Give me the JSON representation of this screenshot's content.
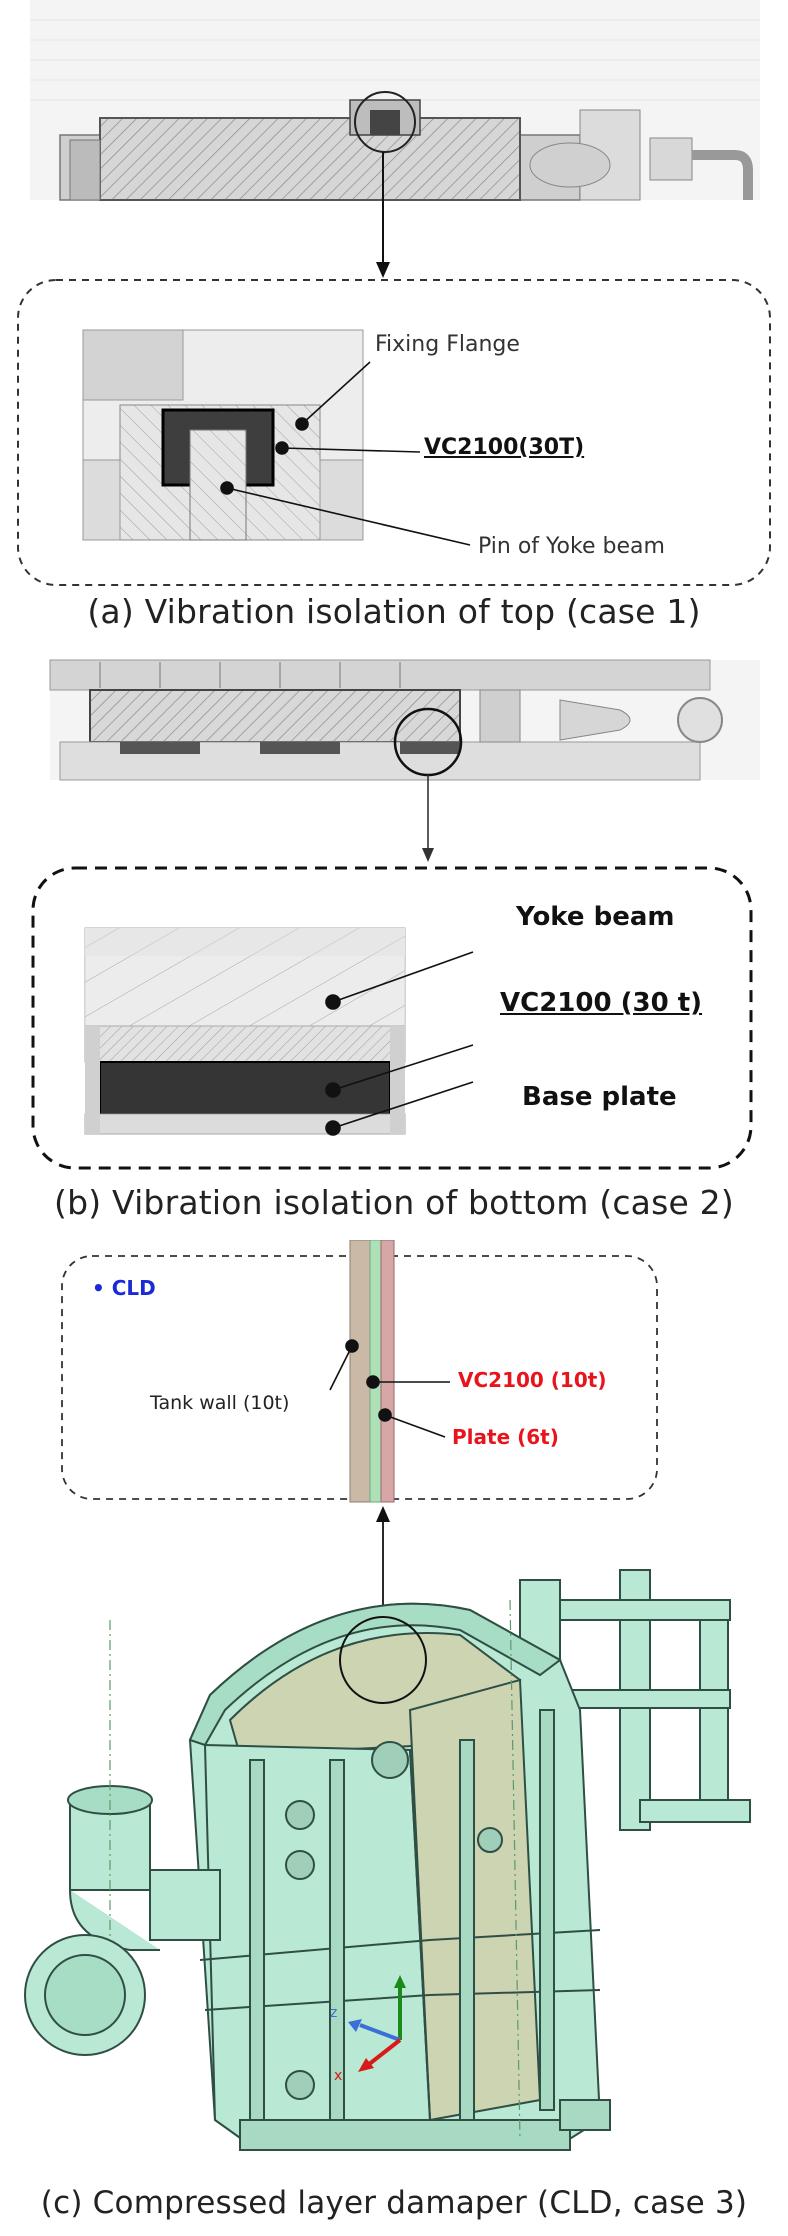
{
  "panel_a": {
    "label_flange": "Fixing Flange",
    "label_vc": "VC2100(30T)",
    "label_pin": "Pin of Yoke beam",
    "caption": "(a) Vibration isolation of top (case 1)"
  },
  "panel_b": {
    "label_yoke": "Yoke beam",
    "label_vc": "VC2100 (30 t)",
    "label_base": "Base plate",
    "caption": "(b) Vibration isolation of bottom (case 2)"
  },
  "panel_c": {
    "legend": "• CLD",
    "label_tank": "Tank wall (10t)",
    "label_vc": "VC2100 (10t)",
    "label_plate": "Plate (6t)",
    "axis_z": "z",
    "axis_x": "x",
    "caption": "(c) Compressed layer damaper (CLD, case 3)"
  },
  "colors": {
    "dashed_border": "#333333",
    "vc_red": "#e8141b",
    "cld_blue": "#1a2bd6",
    "tank_green": "#b9e8d4",
    "tank_wall": "#c9b8a8",
    "vc_layer": "#aee0b8",
    "plate_pink": "#d7a6a6"
  }
}
